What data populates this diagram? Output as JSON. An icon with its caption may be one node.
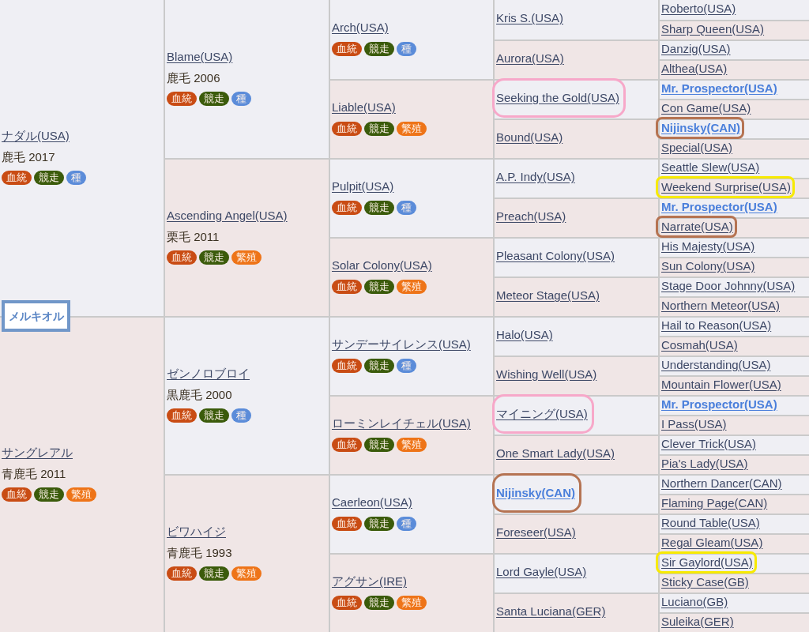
{
  "diagram": {
    "nodes": [
      {
        "text": [
          "メルキオル"
        ]
      },
      {
        "text": [
          "ナダル(USA)",
          "鹿毛 2017"
        ]
      },
      {
        "text": [
          "血統"
        ],
        "in": 1
      },
      {
        "text": [
          "競走"
        ],
        "in": 1
      },
      {
        "text": [
          "種"
        ],
        "in": 1
      },
      {
        "text": [
          "Blame(USA)",
          "鹿毛 2006"
        ]
      },
      {
        "text": [
          "血統"
        ],
        "in": 5
      },
      {
        "text": [
          "競走"
        ],
        "in": 5
      },
      {
        "text": [
          "種"
        ],
        "in": 5
      },
      {
        "text": [
          "Arch(USA)"
        ]
      },
      {
        "text": [
          "血統"
        ],
        "in": 9
      },
      {
        "text": [
          "競走"
        ],
        "in": 9
      },
      {
        "text": [
          "種"
        ],
        "in": 9
      },
      {
        "text": [
          "Kris S.(USA)"
        ]
      },
      {
        "text": [
          "Roberto(USA)"
        ]
      },
      {
        "text": [
          "Sharp Queen(USA)"
        ]
      },
      {
        "text": [
          "Aurora(USA)"
        ]
      },
      {
        "text": [
          "Danzig(USA)"
        ]
      },
      {
        "text": [
          "Althea(USA)"
        ]
      },
      {
        "text": [
          "Liable(USA)"
        ]
      },
      {
        "text": [
          "血統"
        ],
        "in": 19
      },
      {
        "text": [
          "競走"
        ],
        "in": 19
      },
      {
        "text": [
          "繁殖"
        ],
        "in": 19
      },
      {
        "text": [
          "Seeking the Gold(USA)"
        ]
      },
      {
        "text": [
          "Mr. Prospector(USA)"
        ]
      },
      {
        "text": [
          "Con Game(USA)"
        ]
      },
      {
        "text": [
          "Bound(USA)"
        ]
      },
      {
        "text": [
          "Nijinsky(CAN)"
        ]
      },
      {
        "text": [
          "Special(USA)"
        ]
      },
      {
        "text": [
          "Ascending Angel(USA)",
          "栗毛 2011"
        ]
      },
      {
        "text": [
          "血統"
        ],
        "in": 29
      },
      {
        "text": [
          "競走"
        ],
        "in": 29
      },
      {
        "text": [
          "繁殖"
        ],
        "in": 29
      },
      {
        "text": [
          "Pulpit(USA)"
        ]
      },
      {
        "text": [
          "血統"
        ],
        "in": 33
      },
      {
        "text": [
          "競走"
        ],
        "in": 33
      },
      {
        "text": [
          "種"
        ],
        "in": 33
      },
      {
        "text": [
          "A.P. Indy(USA)"
        ]
      },
      {
        "text": [
          "Seattle Slew(USA)"
        ]
      },
      {
        "text": [
          "Weekend Surprise(USA)"
        ]
      },
      {
        "text": [
          "Preach(USA)"
        ]
      },
      {
        "text": [
          "Mr. Prospector(USA)"
        ]
      },
      {
        "text": [
          "Narrate(USA)"
        ]
      },
      {
        "text": [
          "Solar Colony(USA)"
        ]
      },
      {
        "text": [
          "血統"
        ],
        "in": 43
      },
      {
        "text": [
          "競走"
        ],
        "in": 43
      },
      {
        "text": [
          "繁殖"
        ],
        "in": 43
      },
      {
        "text": [
          "Pleasant Colony(USA)"
        ]
      },
      {
        "text": [
          "His Majesty(USA)"
        ]
      },
      {
        "text": [
          "Sun Colony(USA)"
        ]
      },
      {
        "text": [
          "Meteor Stage(USA)"
        ]
      },
      {
        "text": [
          "Stage Door Johnny(USA)"
        ]
      },
      {
        "text": [
          "Northern Meteor(USA)"
        ]
      },
      {
        "text": [
          "サングレアル",
          "青鹿毛 2011"
        ]
      },
      {
        "text": [
          "血統"
        ],
        "in": 53
      },
      {
        "text": [
          "競走"
        ],
        "in": 53
      },
      {
        "text": [
          "繁殖"
        ],
        "in": 53
      },
      {
        "text": [
          "ゼンノロブロイ",
          "黒鹿毛 2000"
        ]
      },
      {
        "text": [
          "血統"
        ],
        "in": 57
      },
      {
        "text": [
          "競走"
        ],
        "in": 57
      },
      {
        "text": [
          "種"
        ],
        "in": 57
      },
      {
        "text": [
          "サンデーサイレンス(USA)"
        ]
      },
      {
        "text": [
          "血統"
        ],
        "in": 61
      },
      {
        "text": [
          "競走"
        ],
        "in": 61
      },
      {
        "text": [
          "種"
        ],
        "in": 61
      },
      {
        "text": [
          "Halo(USA)"
        ]
      },
      {
        "text": [
          "Hail to Reason(USA)"
        ]
      },
      {
        "text": [
          "Cosmah(USA)"
        ]
      },
      {
        "text": [
          "Wishing Well(USA)"
        ]
      },
      {
        "text": [
          "Understanding(USA)"
        ]
      },
      {
        "text": [
          "Mountain Flower(USA)"
        ]
      },
      {
        "text": [
          "ローミンレイチェル(USA)"
        ]
      },
      {
        "text": [
          "血統"
        ],
        "in": 71
      },
      {
        "text": [
          "競走"
        ],
        "in": 71
      },
      {
        "text": [
          "繁殖"
        ],
        "in": 71
      },
      {
        "text": [
          "マイニング(USA)"
        ]
      },
      {
        "text": [
          "Mr. Prospector(USA)"
        ]
      },
      {
        "text": [
          "I Pass(USA)"
        ]
      },
      {
        "text": [
          "One Smart Lady(USA)"
        ]
      },
      {
        "text": [
          "Clever Trick(USA)"
        ]
      },
      {
        "text": [
          "Pia's Lady(USA)"
        ]
      },
      {
        "text": [
          "ビワハイジ",
          "青鹿毛 1993"
        ]
      },
      {
        "text": [
          "血統"
        ],
        "in": 81
      },
      {
        "text": [
          "競走"
        ],
        "in": 81
      },
      {
        "text": [
          "繁殖"
        ],
        "in": 81
      },
      {
        "text": [
          "Caerleon(USA)"
        ]
      },
      {
        "text": [
          "血統"
        ],
        "in": 85
      },
      {
        "text": [
          "競走"
        ],
        "in": 85
      },
      {
        "text": [
          "種"
        ],
        "in": 85
      },
      {
        "text": [
          "Nijinsky(CAN)"
        ]
      },
      {
        "text": [
          "Northern Dancer(CAN)"
        ]
      },
      {
        "text": [
          "Flaming Page(CAN)"
        ]
      },
      {
        "text": [
          "Foreseer(USA)"
        ]
      },
      {
        "text": [
          "Round Table(USA)"
        ]
      },
      {
        "text": [
          "Regal Gleam(USA)"
        ]
      },
      {
        "text": [
          "アグサン(IRE)"
        ]
      },
      {
        "text": [
          "血統"
        ],
        "in": 95
      },
      {
        "text": [
          "競走"
        ],
        "in": 95
      },
      {
        "text": [
          "繁殖"
        ],
        "in": 95
      },
      {
        "text": [
          "Lord Gayle(USA)"
        ]
      },
      {
        "text": [
          "Sir Gaylord(USA)"
        ]
      },
      {
        "text": [
          "Sticky Case(GB)"
        ]
      },
      {
        "text": [
          "Santa Luciana(GER)"
        ]
      },
      {
        "text": [
          "Luciano(GB)"
        ]
      },
      {
        "text": [
          "Suleika(GER)"
        ]
      }
    ]
  }
}
